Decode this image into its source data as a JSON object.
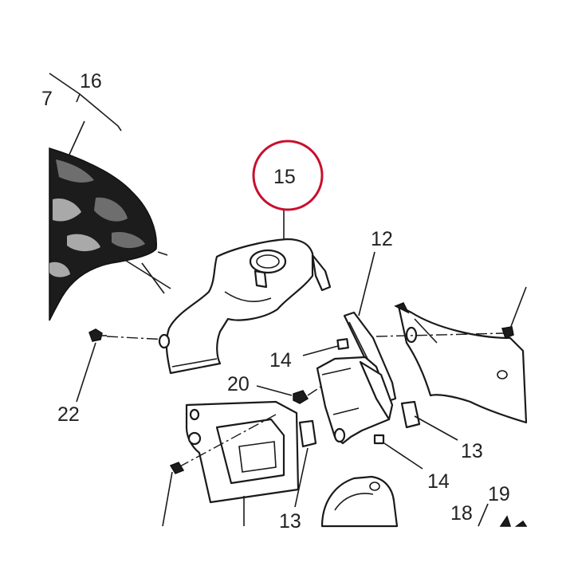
{
  "labels": {
    "p7": "7",
    "p12": "12",
    "p13a": "13",
    "p13b": "13",
    "p14a": "14",
    "p14b": "14",
    "p15": "15",
    "p16": "16",
    "p18": "18",
    "p19": "19",
    "p20": "20",
    "p22": "22"
  },
  "highlight": {
    "part": "15",
    "color": "#c8102e"
  }
}
